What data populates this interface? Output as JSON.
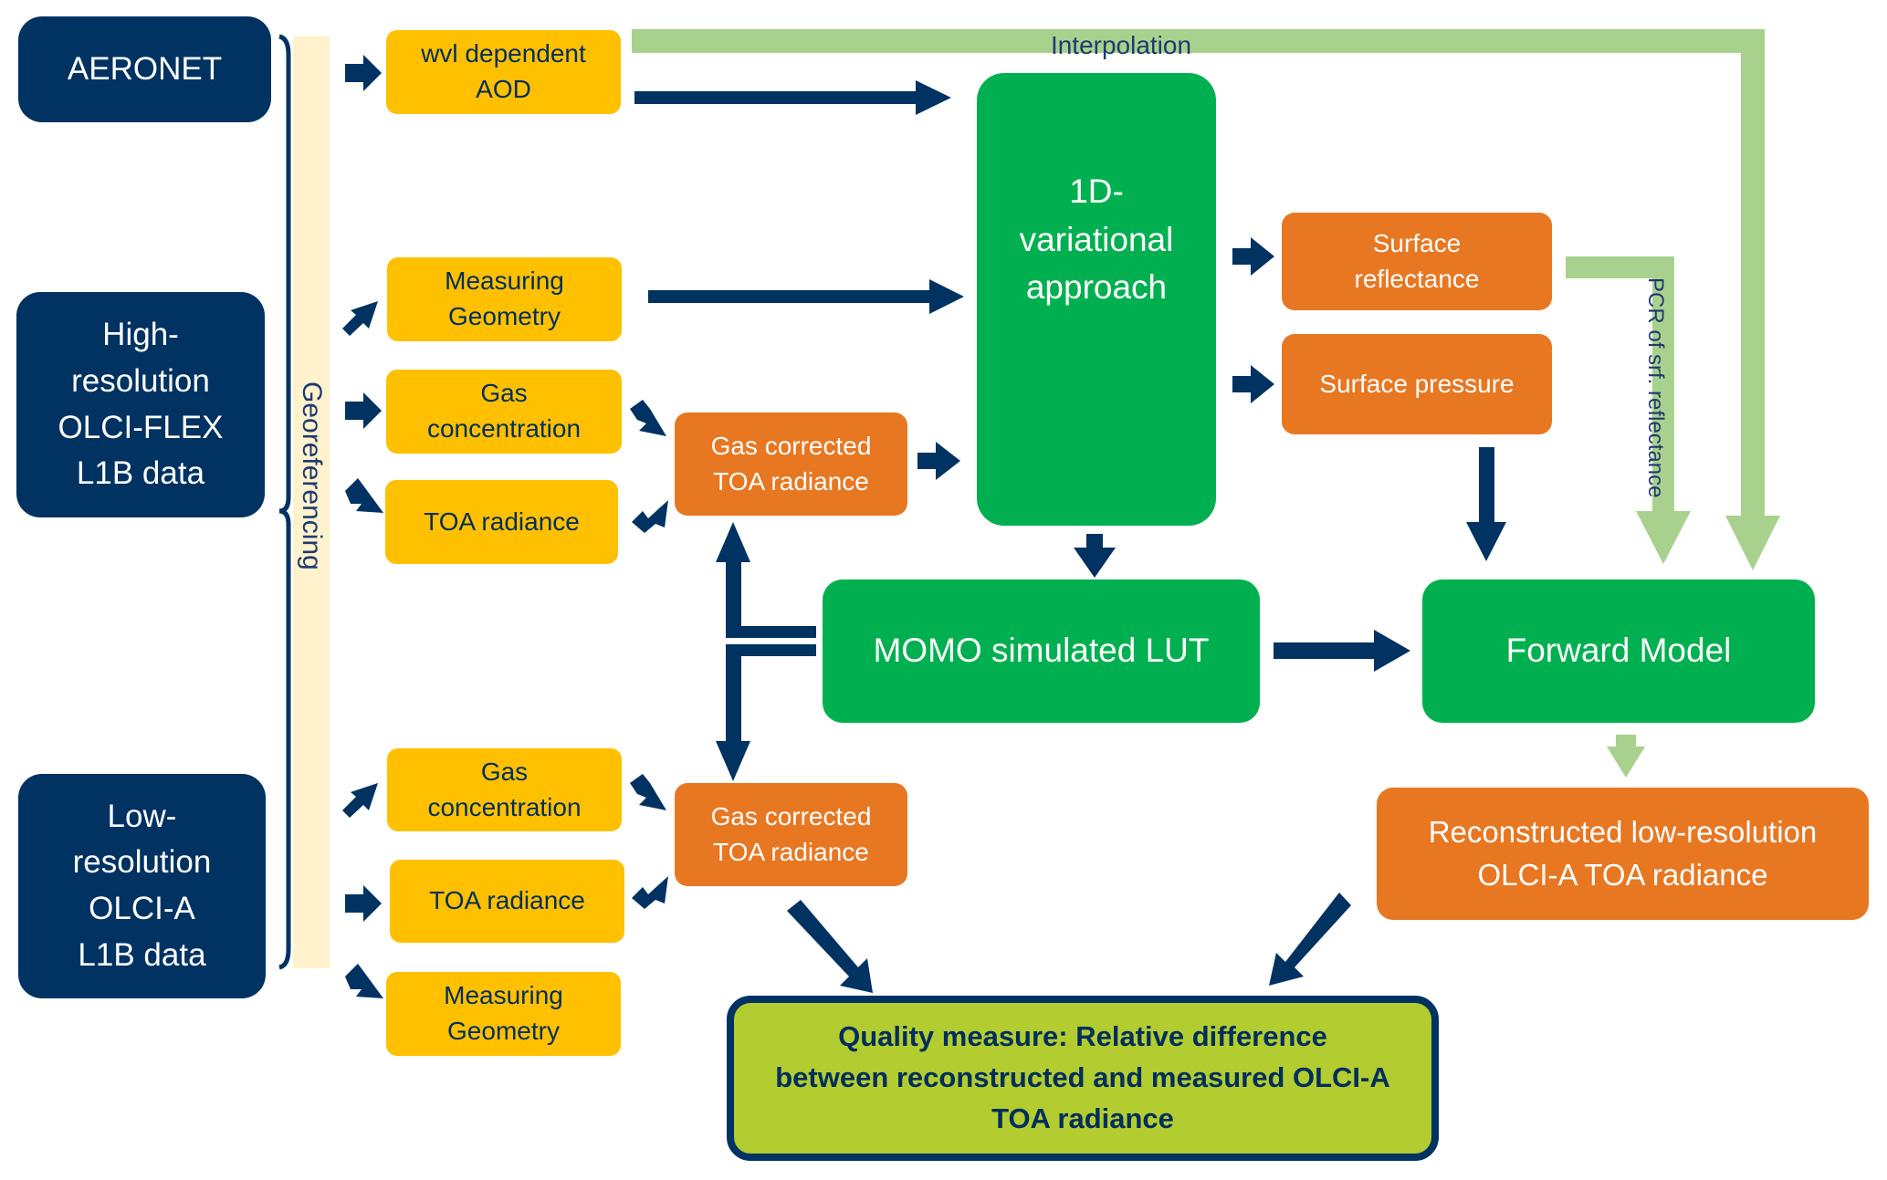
{
  "diagram": {
    "sources": {
      "aeronet": "AERONET",
      "high_res": "High-\nresolution\nOLCI-FLEX\nL1B data",
      "low_res": "Low-\nresolution\nOLCI-A\nL1B data"
    },
    "georeferencing_label": "Georeferencing",
    "inputs_top": {
      "aod": "wvl dependent\nAOD",
      "measuring_geometry": "Measuring\nGeometry",
      "gas_concentration": "Gas\nconcentration",
      "toa_radiance": "TOA radiance"
    },
    "inputs_bottom": {
      "gas_concentration": "Gas\nconcentration",
      "toa_radiance": "TOA radiance",
      "measuring_geometry": "Measuring\nGeometry"
    },
    "gas_corrected_top": "Gas corrected\nTOA radiance",
    "gas_corrected_bottom": "Gas corrected\nTOA radiance",
    "variational": "1D-\nvariational\napproach",
    "surface_reflectance": "Surface\nreflectance",
    "surface_pressure": "Surface pressure",
    "momo_lut": "MOMO simulated LUT",
    "forward_model": "Forward Model",
    "reconstructed": "Reconstructed low-resolution\nOLCI-A  TOA radiance",
    "quality": "Quality measure: Relative difference\nbetween reconstructed and measured OLCI-A\nTOA radiance",
    "interpolation_label": "Interpolation",
    "pcr_label": "PCR of srf. reflectance"
  },
  "colors": {
    "navy": "#003262",
    "yellow": "#ffc000",
    "orange": "#e87722",
    "green": "#00b050",
    "light_green": "#a9d18e",
    "lime": "#b3cc30",
    "georef": "#fff2cc"
  }
}
